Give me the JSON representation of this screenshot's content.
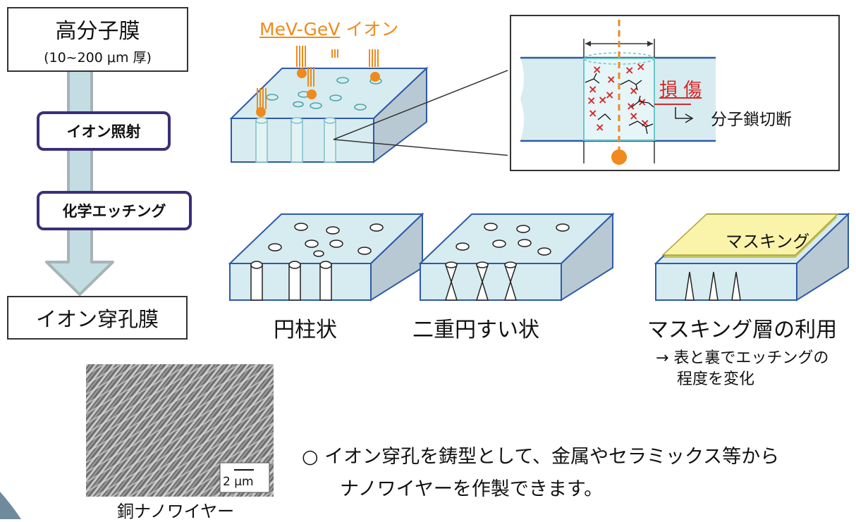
{
  "flow": {
    "start_title": "高分子膜",
    "start_sub": "(10~200 μm 厚)",
    "step1": "イオン照射",
    "step2": "化学エッチング",
    "end": "イオン穿孔膜"
  },
  "ion_label": {
    "energy": "MeV-GeV",
    "word": "イオン"
  },
  "inset": {
    "damage": "損 傷",
    "chain_scission": "分子鎖切断"
  },
  "shapes": {
    "cylinder": "円柱状",
    "double_cone": "二重円すい状",
    "masking_layer": "マスキング",
    "masking_use": "マスキング層の利用",
    "note_line1": "→ 表と裏でエッチングの",
    "note_line2": "程度を変化"
  },
  "photo": {
    "scale_bar": "2 μm",
    "caption": "銅ナノワイヤー"
  },
  "bullet": {
    "line1": "○ イオン穿孔を鋳型として、金属やセラミックス等から",
    "line2": "ナノワイヤーを作製できます。"
  },
  "colors": {
    "accent_orange": "#f08a1c",
    "damage_red": "#d62828",
    "film_blue": "#d7ecf0",
    "stage_border": "#3b2f7a"
  }
}
